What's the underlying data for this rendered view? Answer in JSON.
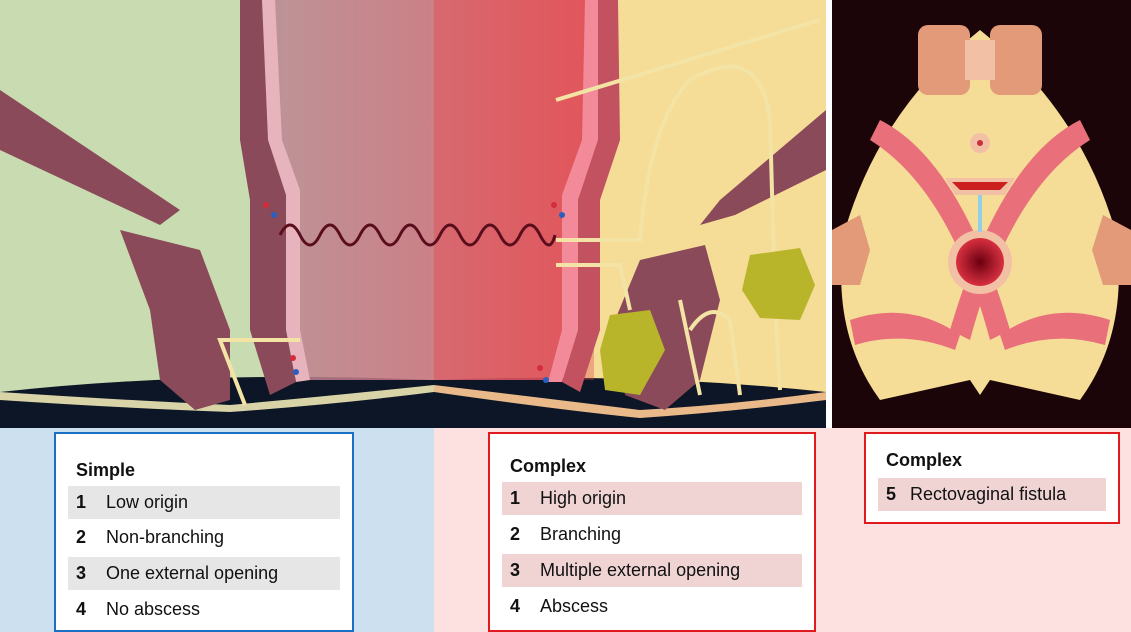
{
  "colors": {
    "simple_border": "#1a6fc4",
    "complex_border": "#e0191e",
    "simple_band": "#cde0f0",
    "complex_band": "#fde0e0",
    "simple_stripe": "#e6e6e6",
    "complex_stripe": "#f0d4d4",
    "tissue_green": "#c9dbb0",
    "tissue_yellow": "#f5dd98",
    "mucosa_pink": "#c98a9a",
    "muscle_brown": "#8a4a5a",
    "tract_line": "#f3e3a5",
    "abscess": "#b9b52a",
    "dark_bg": "#1c0508"
  },
  "panels": {
    "simple": {
      "title": "Simple",
      "items": [
        {
          "num": "1",
          "label": "Low origin"
        },
        {
          "num": "2",
          "label": "Non-branching"
        },
        {
          "num": "3",
          "label": "One external opening"
        },
        {
          "num": "4",
          "label": "No abscess"
        }
      ]
    },
    "complex": {
      "title": "Complex",
      "items": [
        {
          "num": "1",
          "label": "High origin"
        },
        {
          "num": "2",
          "label": "Branching"
        },
        {
          "num": "3",
          "label": "Multiple external opening"
        },
        {
          "num": "4",
          "label": "Abscess"
        }
      ]
    },
    "complex_rv": {
      "title": "Complex",
      "items": [
        {
          "num": "5",
          "label": "Rectovaginal fistula"
        }
      ]
    }
  }
}
